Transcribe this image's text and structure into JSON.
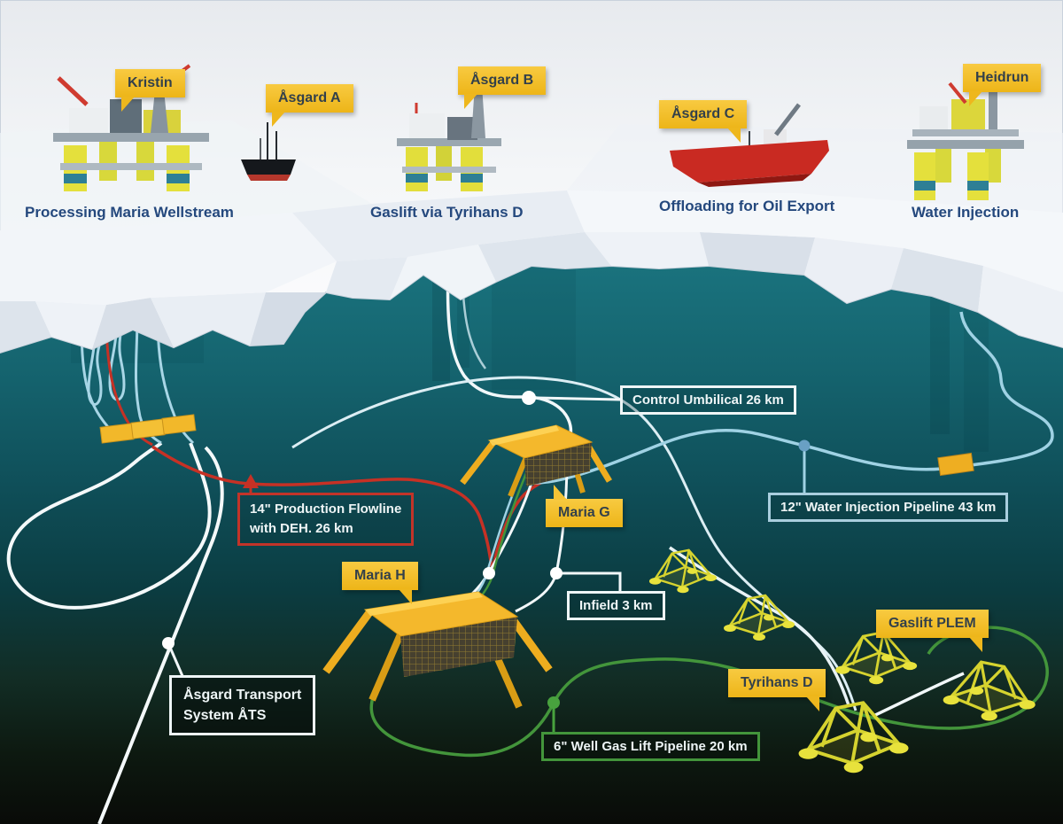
{
  "platforms": [
    {
      "id": "kristin",
      "label": "Kristin",
      "caption": "Processing Maria Wellstream"
    },
    {
      "id": "asgard-a",
      "label": "Åsgard A",
      "caption": ""
    },
    {
      "id": "asgard-b",
      "label": "Åsgard B",
      "caption": "Gaslift via Tyrihans D"
    },
    {
      "id": "asgard-c",
      "label": "Åsgard C",
      "caption": "Offloading for Oil Export"
    },
    {
      "id": "heidrun",
      "label": "Heidrun",
      "caption": "Water Injection"
    }
  ],
  "subsea_tags": {
    "maria_g": "Maria G",
    "maria_h": "Maria H",
    "tyrihans_d": "Tyrihans D",
    "gaslift_plem": "Gaslift PLEM"
  },
  "pipeline_labels": {
    "control_umbilical": "Control Umbilical 26 km",
    "production_line1": "14\" Production Flowline",
    "production_line2": "with DEH. 26 km",
    "water_injection": "12\" Water Injection Pipeline 43 km",
    "infield": "Infield 3 km",
    "gas_lift": "6\" Well Gas Lift Pipeline 20 km",
    "ats_line1": "Åsgard Transport",
    "ats_line2": "System ÅTS"
  },
  "colors": {
    "tag_bg": "#f3c12c",
    "tag_text": "#33404a",
    "caption_text": "#24487d",
    "production_red": "#c63125",
    "gaslift_green": "#43953b",
    "water_injection_blue": "#9fd2e4",
    "umbilical_white": "#f2f8fa",
    "template_yellow": "#f4b82c"
  }
}
